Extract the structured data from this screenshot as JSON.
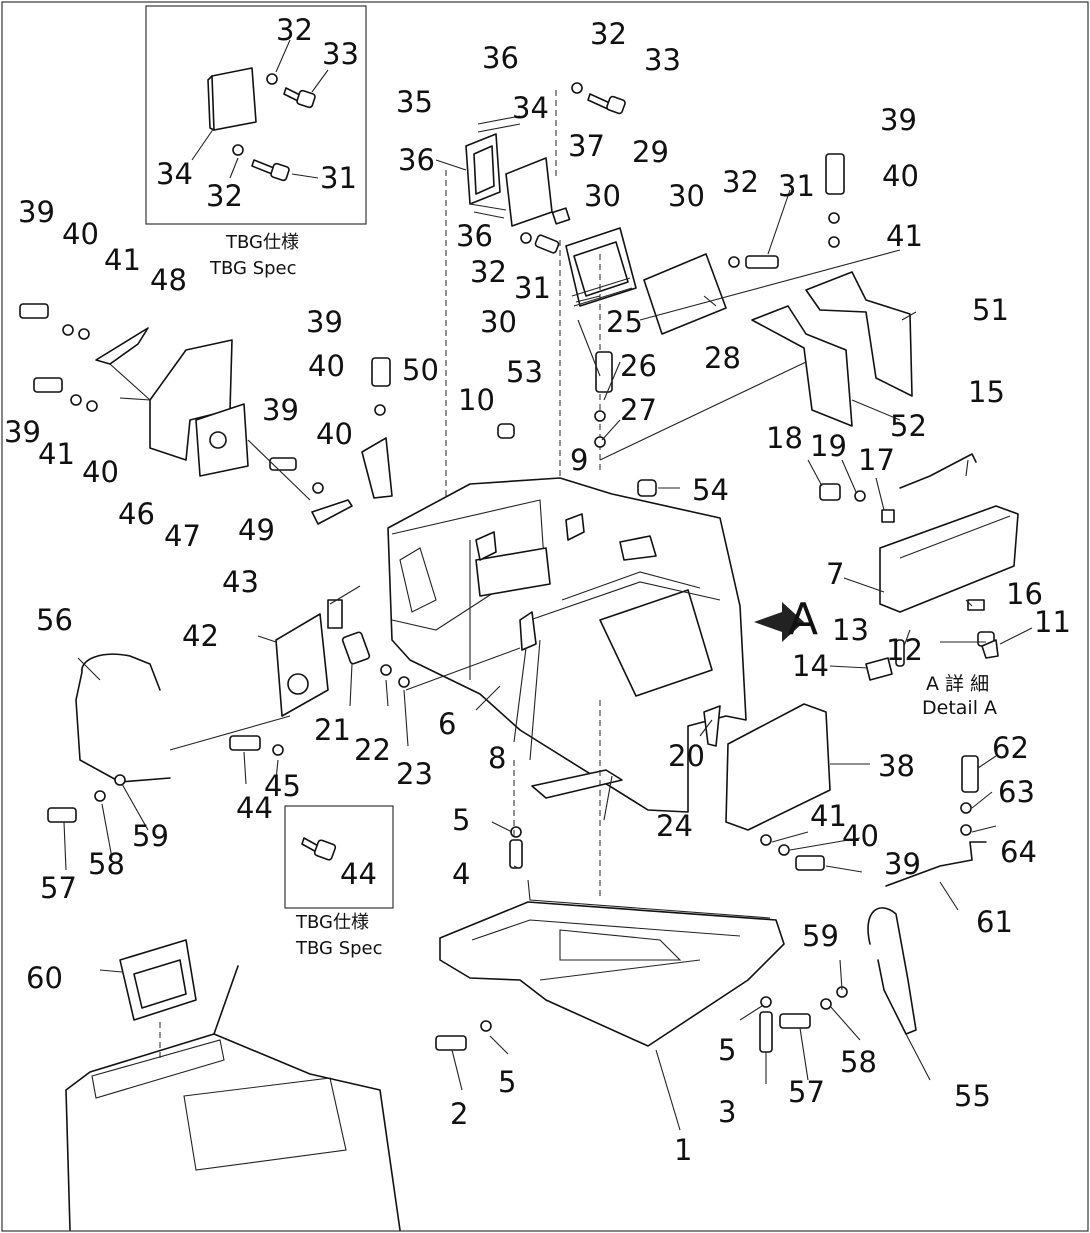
{
  "diagram": {
    "spec_boxes": [
      {
        "line1": "TBG仕様",
        "line2": "TBG Spec"
      },
      {
        "line1": "TBG仕様",
        "line2": "TBG Spec"
      }
    ],
    "view_marker": "A",
    "detail": {
      "line1": "A 詳 細",
      "line2": "Detail A"
    }
  },
  "callouts": [
    {
      "id": "c0",
      "label": "32"
    },
    {
      "id": "c1",
      "label": "33"
    },
    {
      "id": "c2",
      "label": "34"
    },
    {
      "id": "c3",
      "label": "32"
    },
    {
      "id": "c4",
      "label": "31"
    },
    {
      "id": "c5",
      "label": "36"
    },
    {
      "id": "c6",
      "label": "32"
    },
    {
      "id": "c7",
      "label": "33"
    },
    {
      "id": "c8",
      "label": "35"
    },
    {
      "id": "c9",
      "label": "34"
    },
    {
      "id": "c10",
      "label": "36"
    },
    {
      "id": "c11",
      "label": "37"
    },
    {
      "id": "c12",
      "label": "29"
    },
    {
      "id": "c13",
      "label": "39"
    },
    {
      "id": "c14",
      "label": "36"
    },
    {
      "id": "c15",
      "label": "30"
    },
    {
      "id": "c16",
      "label": "30"
    },
    {
      "id": "c17",
      "label": "32"
    },
    {
      "id": "c18",
      "label": "31"
    },
    {
      "id": "c19",
      "label": "40"
    },
    {
      "id": "c20",
      "label": "32"
    },
    {
      "id": "c21",
      "label": "41"
    },
    {
      "id": "c22",
      "label": "31"
    },
    {
      "id": "c23",
      "label": "39"
    },
    {
      "id": "c24",
      "label": "40"
    },
    {
      "id": "c25",
      "label": "41"
    },
    {
      "id": "c26",
      "label": "48"
    },
    {
      "id": "c27",
      "label": "51"
    },
    {
      "id": "c28",
      "label": "30"
    },
    {
      "id": "c29",
      "label": "25"
    },
    {
      "id": "c30",
      "label": "28"
    },
    {
      "id": "c31",
      "label": "39"
    },
    {
      "id": "c32",
      "label": "53"
    },
    {
      "id": "c33",
      "label": "26"
    },
    {
      "id": "c34",
      "label": "40"
    },
    {
      "id": "c35",
      "label": "50"
    },
    {
      "id": "c36",
      "label": "10"
    },
    {
      "id": "c37",
      "label": "27"
    },
    {
      "id": "c38",
      "label": "52"
    },
    {
      "id": "c39",
      "label": "15"
    },
    {
      "id": "c40",
      "label": "39"
    },
    {
      "id": "c41",
      "label": "39"
    },
    {
      "id": "c42",
      "label": "40"
    },
    {
      "id": "c43",
      "label": "41"
    },
    {
      "id": "c44",
      "label": "40"
    },
    {
      "id": "c45",
      "label": "9"
    },
    {
      "id": "c46",
      "label": "18"
    },
    {
      "id": "c47",
      "label": "19"
    },
    {
      "id": "c48",
      "label": "17"
    },
    {
      "id": "c49",
      "label": "54"
    },
    {
      "id": "c50",
      "label": "46"
    },
    {
      "id": "c51",
      "label": "47"
    },
    {
      "id": "c52",
      "label": "49"
    },
    {
      "id": "c53",
      "label": "7"
    },
    {
      "id": "c54",
      "label": "16"
    },
    {
      "id": "c55",
      "label": "43"
    },
    {
      "id": "c56",
      "label": "56"
    },
    {
      "id": "c57",
      "label": "42"
    },
    {
      "id": "c58",
      "label": "13"
    },
    {
      "id": "c59",
      "label": "11"
    },
    {
      "id": "c60",
      "label": "12"
    },
    {
      "id": "c61",
      "label": "14"
    },
    {
      "id": "c62",
      "label": "6"
    },
    {
      "id": "c63",
      "label": "21"
    },
    {
      "id": "c64",
      "label": "22"
    },
    {
      "id": "c65",
      "label": "23"
    },
    {
      "id": "c66",
      "label": "8"
    },
    {
      "id": "c67",
      "label": "20"
    },
    {
      "id": "c68",
      "label": "38"
    },
    {
      "id": "c69",
      "label": "62"
    },
    {
      "id": "c70",
      "label": "44"
    },
    {
      "id": "c71",
      "label": "45"
    },
    {
      "id": "c72",
      "label": "63"
    },
    {
      "id": "c73",
      "label": "5"
    },
    {
      "id": "c74",
      "label": "24"
    },
    {
      "id": "c75",
      "label": "41"
    },
    {
      "id": "c76",
      "label": "40"
    },
    {
      "id": "c77",
      "label": "64"
    },
    {
      "id": "c78",
      "label": "59"
    },
    {
      "id": "c79",
      "label": "57"
    },
    {
      "id": "c80",
      "label": "58"
    },
    {
      "id": "c81",
      "label": "44"
    },
    {
      "id": "c82",
      "label": "4"
    },
    {
      "id": "c83",
      "label": "39"
    },
    {
      "id": "c84",
      "label": "61"
    },
    {
      "id": "c85",
      "label": "59"
    },
    {
      "id": "c86",
      "label": "60"
    },
    {
      "id": "c87",
      "label": "5"
    },
    {
      "id": "c88",
      "label": "58"
    },
    {
      "id": "c89",
      "label": "5"
    },
    {
      "id": "c90",
      "label": "57"
    },
    {
      "id": "c91",
      "label": "55"
    },
    {
      "id": "c92",
      "label": "2"
    },
    {
      "id": "c93",
      "label": "3"
    },
    {
      "id": "c94",
      "label": "1"
    }
  ]
}
